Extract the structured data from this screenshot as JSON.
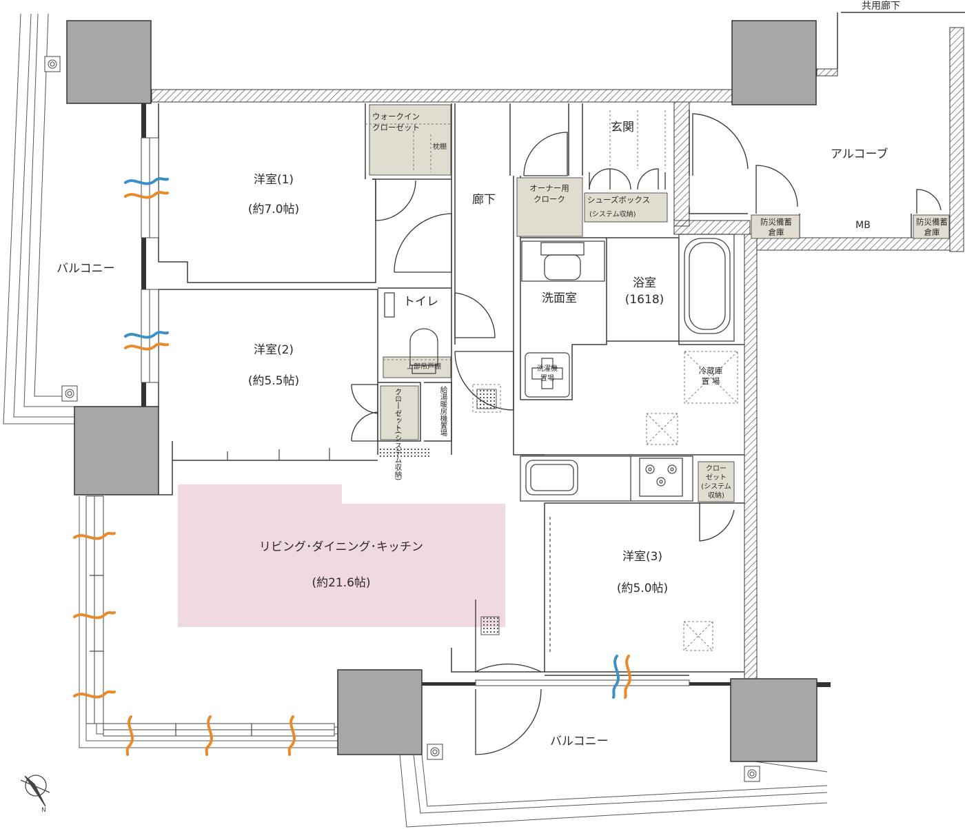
{
  "labels": {
    "corridor_common": "共用廊下",
    "alcove": "アルコーブ",
    "entrance": "玄関",
    "hallway": "廊下",
    "walkin_closet_1": "ウォークイン",
    "walkin_closet_2": "クローゼット",
    "pillow_shelf": "枕棚",
    "room1_name": "洋室(1)",
    "room1_size": "(約7.0帖)",
    "room2_name": "洋室(2)",
    "room2_size": "(約5.5帖)",
    "room3_name": "洋室(3)",
    "room3_size": "(約5.0帖)",
    "ldk_name": "リビング･ダイニング･キッチン",
    "ldk_size": "(約21.6帖)",
    "balcony_west": "バルコニー",
    "balcony_south": "バルコニー",
    "toilet": "トイレ",
    "upper_shelf": "上部吊戸棚",
    "washroom": "洗面室",
    "bath_name": "浴室",
    "bath_size": "(1618)",
    "owner_cloak_1": "オーナー用",
    "owner_cloak_2": "クローク",
    "shoe_box_1": "シューズボックス",
    "shoe_box_2": "(システム収納)",
    "washer_1": "洗濯機",
    "washer_2": "置場",
    "fridge_1": "冷蔵庫",
    "fridge_2": "置 場",
    "closet_room2": "クローゼット(システム収納)",
    "water_heater": "給湯暖房機置場",
    "closet_room3_1": "クロー",
    "closet_room3_2": "ゼット",
    "closet_room3_3": "(システム",
    "closet_room3_4": "収納)",
    "storage_a_1": "防災備蓄",
    "storage_a_2": "倉庫",
    "mb": "MB",
    "storage_b_1": "防災備蓄",
    "storage_b_2": "倉庫"
  },
  "colors": {
    "pillar": "#a7a7a7",
    "storage": "#e0ddd0",
    "ldk": "#f0d9e2",
    "wall": "#3a3a3a",
    "wind_blue": "#3a8fc6",
    "wind_orange": "#e8892b"
  },
  "icons": {
    "compass": "compass-icon",
    "wind": "airflow-icon",
    "stove": "gas-burner-icon"
  }
}
